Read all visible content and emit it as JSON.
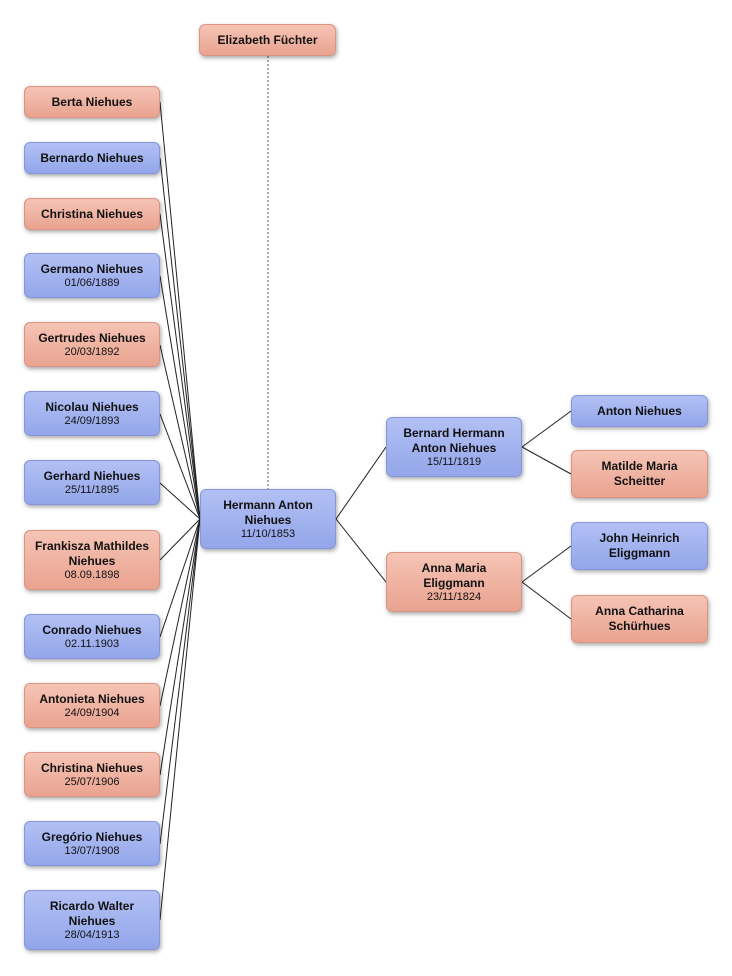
{
  "colors": {
    "male": "#9eaeee",
    "female": "#f0b1a0",
    "line": "#222222"
  },
  "spouse": {
    "name": "Elizabeth Füchter",
    "sex": "female"
  },
  "subject": {
    "name": "Hermann Anton Niehues",
    "date": "11/10/1853",
    "sex": "male"
  },
  "parents": [
    {
      "name": "Bernard Hermann Anton Niehues",
      "date": "15/11/1819",
      "sex": "male"
    },
    {
      "name": "Anna Maria Eliggmann",
      "date": "23/11/1824",
      "sex": "female"
    }
  ],
  "grandparents": [
    {
      "name": "Anton Niehues",
      "sex": "male"
    },
    {
      "name": "Matilde Maria Scheitter",
      "sex": "female"
    },
    {
      "name": "John Heinrich Eliggmann",
      "sex": "male"
    },
    {
      "name": "Anna Catharina Schürhues",
      "sex": "female"
    }
  ],
  "children": [
    {
      "name": "Berta Niehues",
      "date": "",
      "sex": "female"
    },
    {
      "name": "Bernardo Niehues",
      "date": "",
      "sex": "male"
    },
    {
      "name": "Christina Niehues",
      "date": "",
      "sex": "female"
    },
    {
      "name": "Germano Niehues",
      "date": "01/06/1889",
      "sex": "male"
    },
    {
      "name": "Gertrudes Niehues",
      "date": "20/03/1892",
      "sex": "female"
    },
    {
      "name": "Nicolau Niehues",
      "date": "24/09/1893",
      "sex": "male"
    },
    {
      "name": "Gerhard Niehues",
      "date": "25/11/1895",
      "sex": "male"
    },
    {
      "name": "Frankisza Mathildes Niehues",
      "date": "08.09.1898",
      "sex": "female"
    },
    {
      "name": "Conrado Niehues",
      "date": "02.11.1903",
      "sex": "male"
    },
    {
      "name": "Antonieta Niehues",
      "date": "24/09/1904",
      "sex": "female"
    },
    {
      "name": "Christina Niehues",
      "date": "25/07/1906",
      "sex": "female"
    },
    {
      "name": "Gregório Niehues",
      "date": "13/07/1908",
      "sex": "male"
    },
    {
      "name": "Ricardo Walter Niehues",
      "date": "28/04/1913",
      "sex": "male"
    }
  ]
}
